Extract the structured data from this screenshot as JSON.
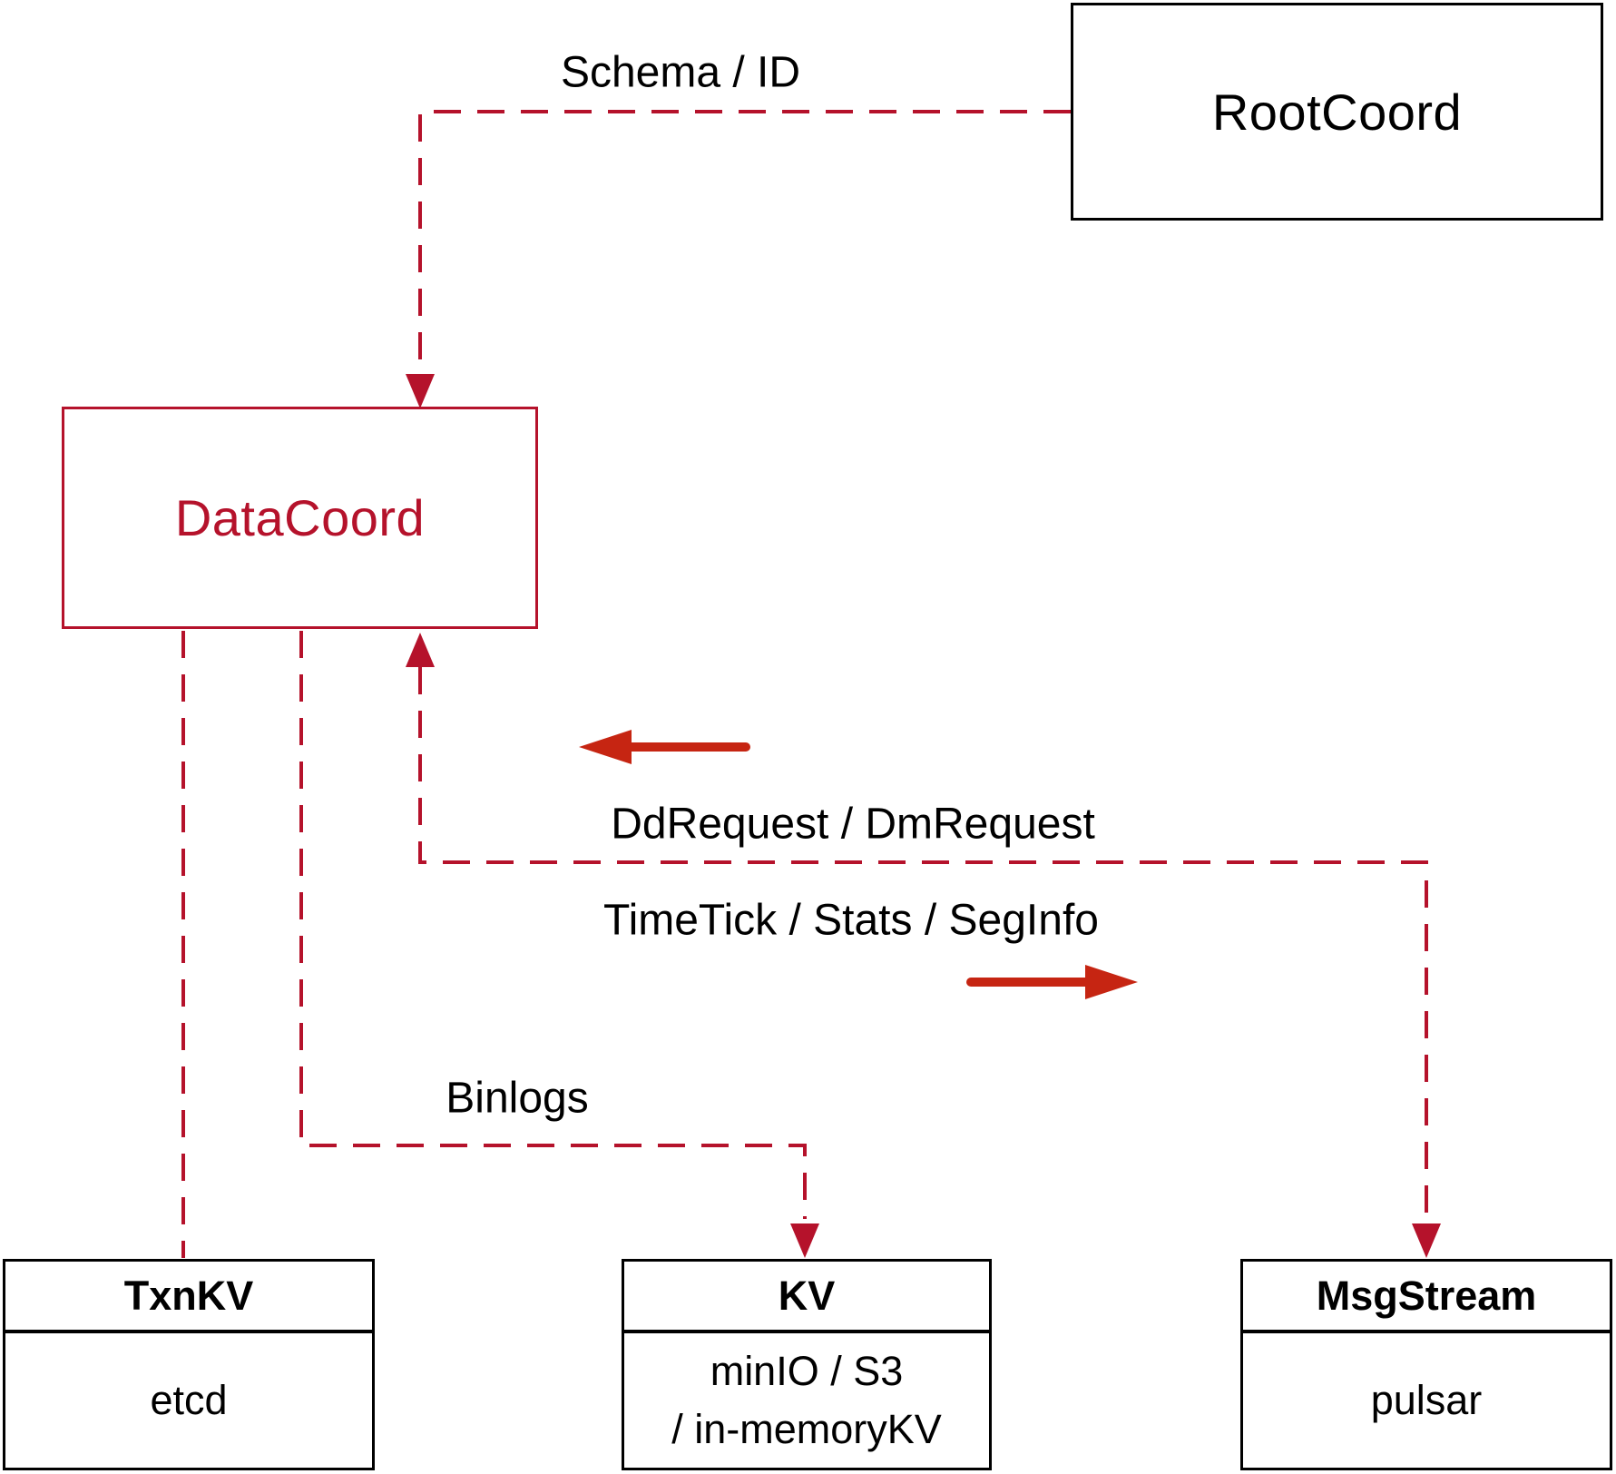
{
  "nodes": {
    "rootcoord": {
      "label": "RootCoord"
    },
    "datacoord": {
      "label": "DataCoord"
    },
    "txnkv": {
      "title": "TxnKV",
      "body": "etcd"
    },
    "kv": {
      "title": "KV",
      "body_lines": [
        "minIO / S3",
        "/ in-memoryKV"
      ]
    },
    "msgstream": {
      "title": "MsgStream",
      "body": "pulsar"
    }
  },
  "edges": {
    "schema_id": {
      "from": "RootCoord",
      "to": "DataCoord",
      "style": "dashed",
      "label": "Schema / ID"
    },
    "datacoord_txnkv": {
      "from": "DataCoord",
      "to": "TxnKV",
      "style": "dashed",
      "label": ""
    },
    "binlogs": {
      "from": "DataCoord",
      "to": "KV",
      "style": "dashed",
      "label": "Binlogs"
    },
    "dd_dm": {
      "from": "MsgStream",
      "to": "DataCoord",
      "style": "dashed",
      "label": "DdRequest / DmRequest"
    },
    "timetick": {
      "from": "DataCoord",
      "to": "MsgStream",
      "style": "dashed",
      "label": "TimeTick / Stats / SegInfo"
    }
  },
  "colors": {
    "dashed_line": "#b5122b",
    "solid_arrow": "#c62512",
    "box_border": "#000000",
    "bg": "#ffffff"
  }
}
